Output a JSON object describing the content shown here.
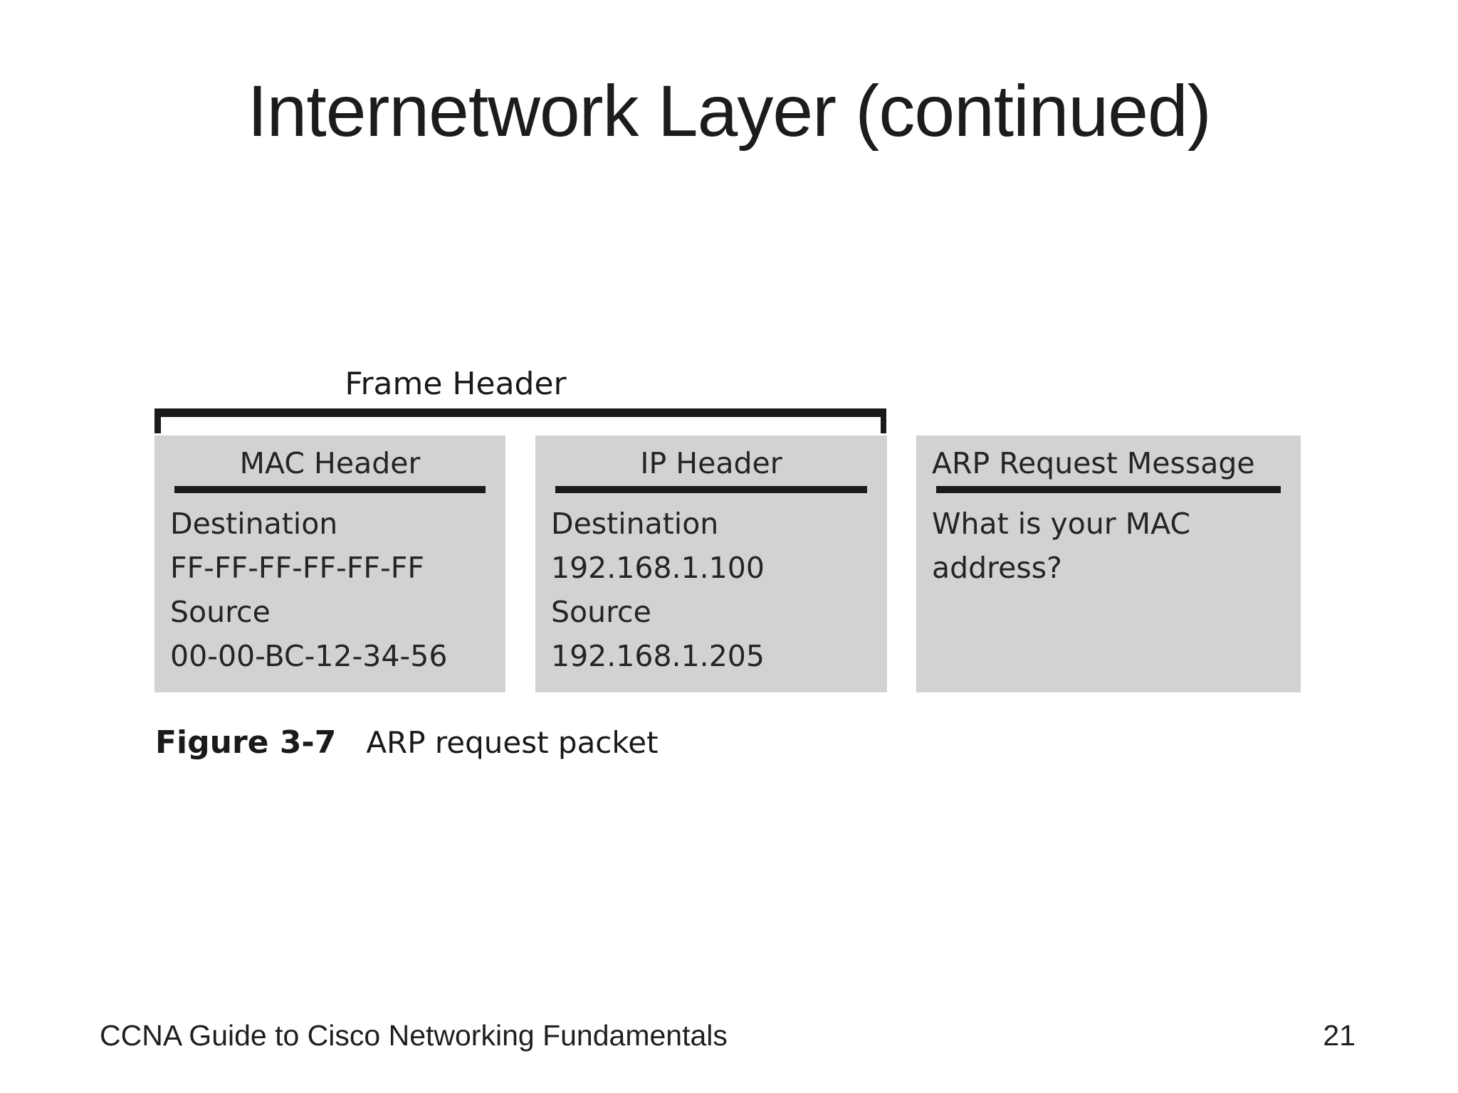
{
  "slide": {
    "title": "Internetwork Layer (continued)",
    "footer_left": "CCNA Guide to Cisco Networking Fundamentals",
    "page_number": "21"
  },
  "figure": {
    "bracket_label": "Frame Header",
    "boxes": [
      {
        "title": "MAC Header",
        "lines": [
          "Destination",
          "FF-FF-FF-FF-FF-FF",
          "Source",
          "00-00-BC-12-34-56"
        ]
      },
      {
        "title": "IP Header",
        "lines": [
          "Destination",
          "192.168.1.100",
          "Source",
          "192.168.1.205"
        ]
      },
      {
        "title": "ARP Request Message",
        "lines": [
          "What is your MAC",
          "address?"
        ]
      }
    ],
    "caption_label": "Figure 3-7",
    "caption_text": "ARP request packet",
    "colors": {
      "box_background": "#d2d2d2",
      "rule": "#1a1a1a",
      "text": "#1f1f1f"
    }
  }
}
